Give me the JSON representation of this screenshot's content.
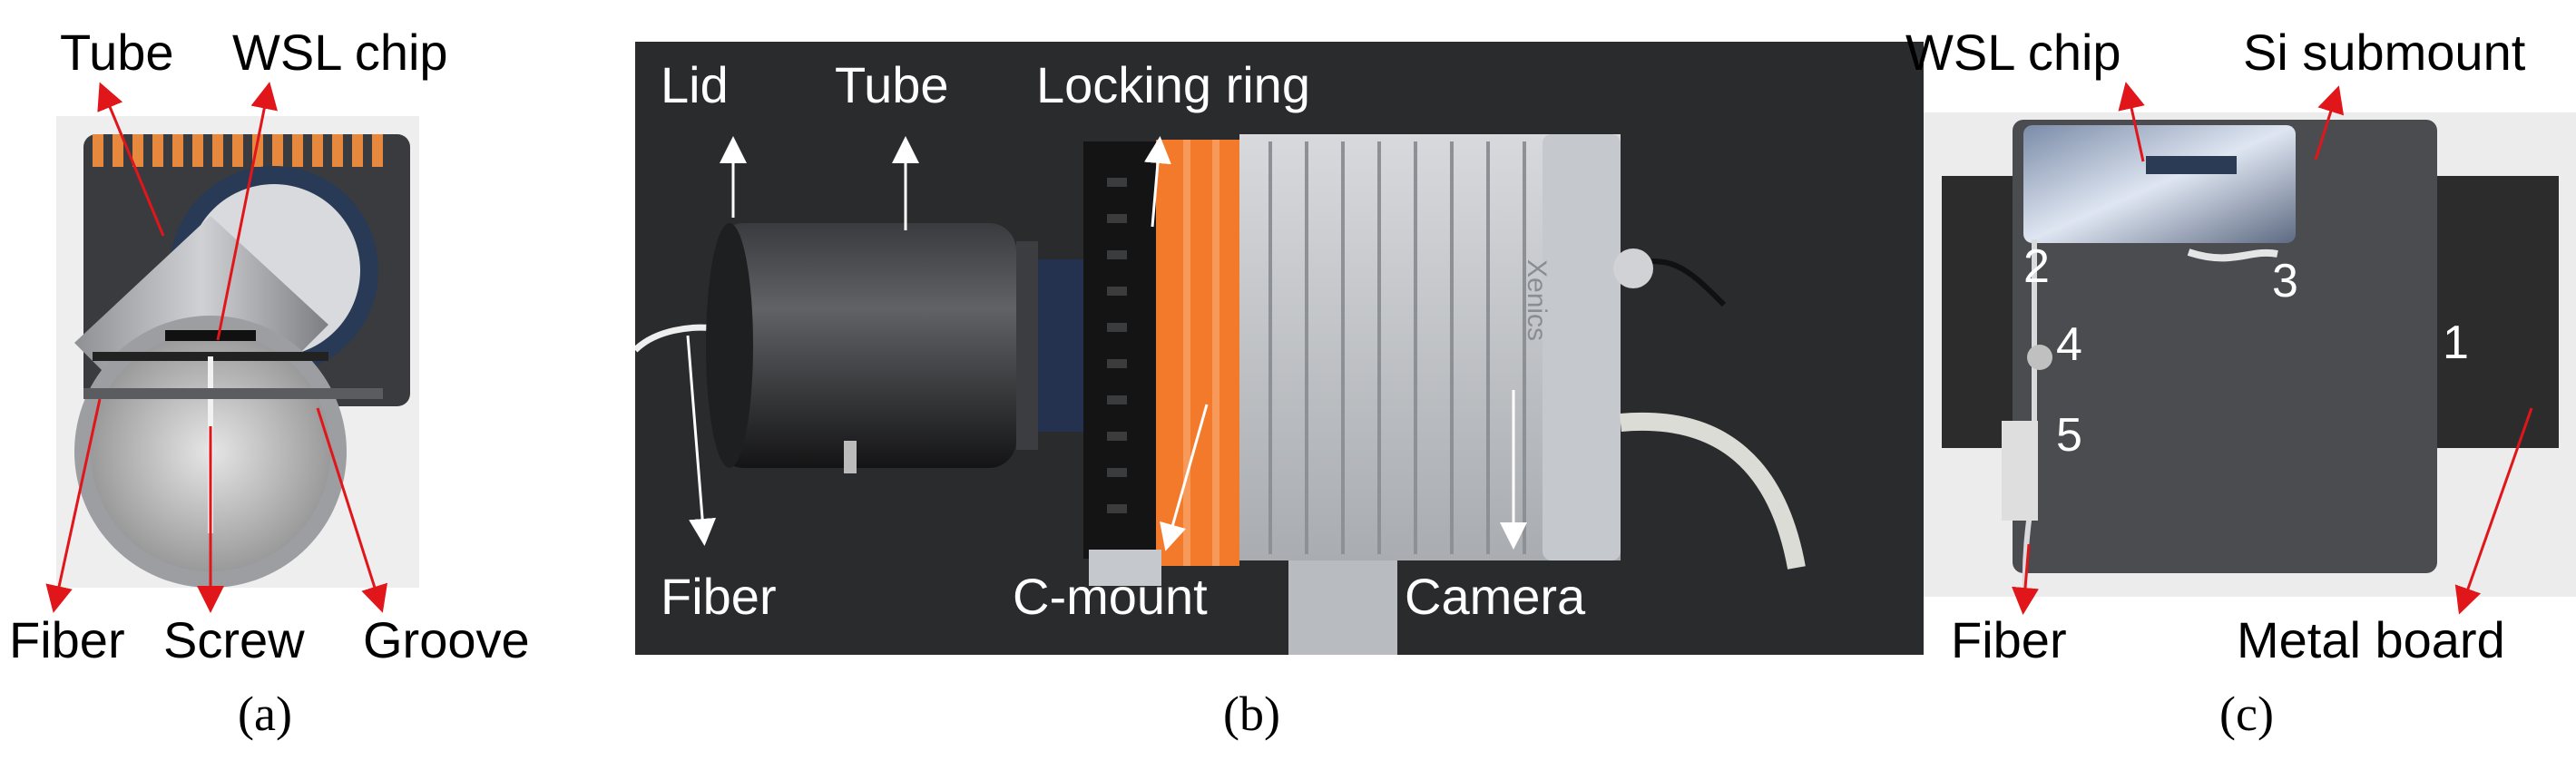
{
  "panel_a": {
    "caption": "(a)",
    "labels": {
      "tube": "Tube",
      "wsl_chip": "WSL chip",
      "fiber": "Fiber",
      "screw": "Screw",
      "groove": "Groove"
    }
  },
  "panel_b": {
    "caption": "(b)",
    "labels": {
      "lid": "Lid",
      "tube": "Tube",
      "locking_ring": "Locking ring",
      "fiber": "Fiber",
      "c_mount": "C-mount",
      "camera": "Camera"
    },
    "camera_brand": "Xenics"
  },
  "panel_c": {
    "caption": "(c)",
    "labels": {
      "wsl_chip": "WSL chip",
      "si_submount": "Si submount",
      "fiber": "Fiber",
      "metal_board": "Metal board"
    },
    "numbers": [
      "1",
      "2",
      "3",
      "4",
      "5"
    ]
  },
  "colors": {
    "arrow": "#e0161b",
    "camera_orange": "#f37a2a",
    "camera_body": "#c9ccd0",
    "panel_b_background": "#2a2b2d"
  }
}
